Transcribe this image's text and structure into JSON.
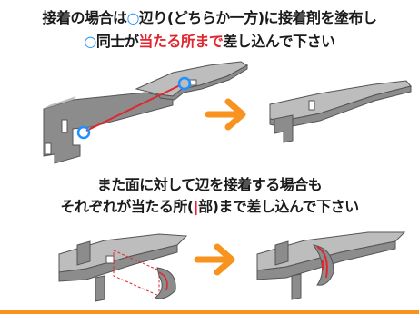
{
  "instructions": {
    "line1": {
      "part1": "接着の場合は",
      "circle1": "○",
      "part2": "辺り(どちらか一方)に接着剤を塗布し"
    },
    "line2": {
      "circle": "○",
      "part1": "同士が",
      "highlight": "当たる所まで",
      "part2": "差し込んで下さい"
    },
    "line3": "また面に対して辺を接着する場合も",
    "line4": {
      "part1": "それぞれが当たる所(",
      "bar": "|",
      "part2": "部)まで差し込んで下さい"
    }
  },
  "colors": {
    "accent_orange": "#f7931e",
    "circle_blue": "#1e90ff",
    "highlight_red": "#e0262e",
    "part_gray": "#8c8c8c"
  },
  "icons": [
    "arrow-right-icon",
    "arrow-right-icon"
  ]
}
